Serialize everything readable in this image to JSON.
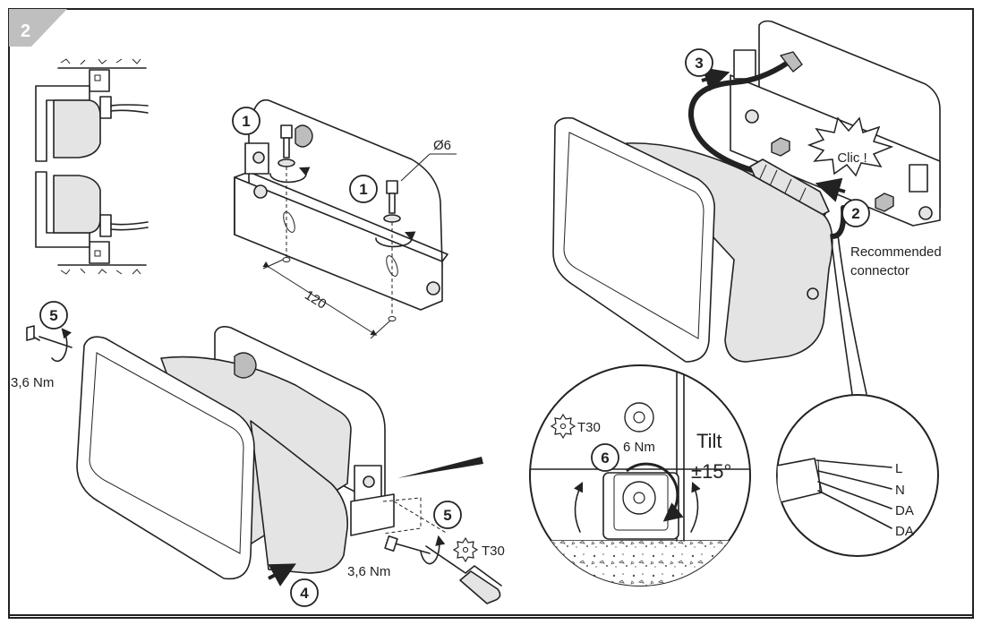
{
  "step_badge": "2",
  "callouts": {
    "c1a": "1",
    "c1b": "1",
    "c2": "2",
    "c3": "3",
    "c4": "4",
    "c5a": "5",
    "c5b": "5",
    "c6": "6"
  },
  "labels": {
    "diameter": "Ø6",
    "spacing": "120",
    "torque_left": "3,6 Nm",
    "torque_bottom": "3,6 Nm",
    "torx_bottom": "T30",
    "torx_detail": "T30",
    "torque_detail": "6 Nm",
    "tilt_title": "Tilt",
    "tilt_value": "±15°",
    "clic": "Clic !",
    "recommended_line1": "Recommended",
    "recommended_line2": "connector"
  },
  "wires": [
    "L",
    "N",
    "DA",
    "DA"
  ],
  "colors": {
    "badge": "#bfbfbf",
    "outline": "#222222",
    "body_fill": "#e4e4e4"
  },
  "icons": [
    "torx-icon",
    "rotation-arrow-icon",
    "push-arrow-icon"
  ]
}
